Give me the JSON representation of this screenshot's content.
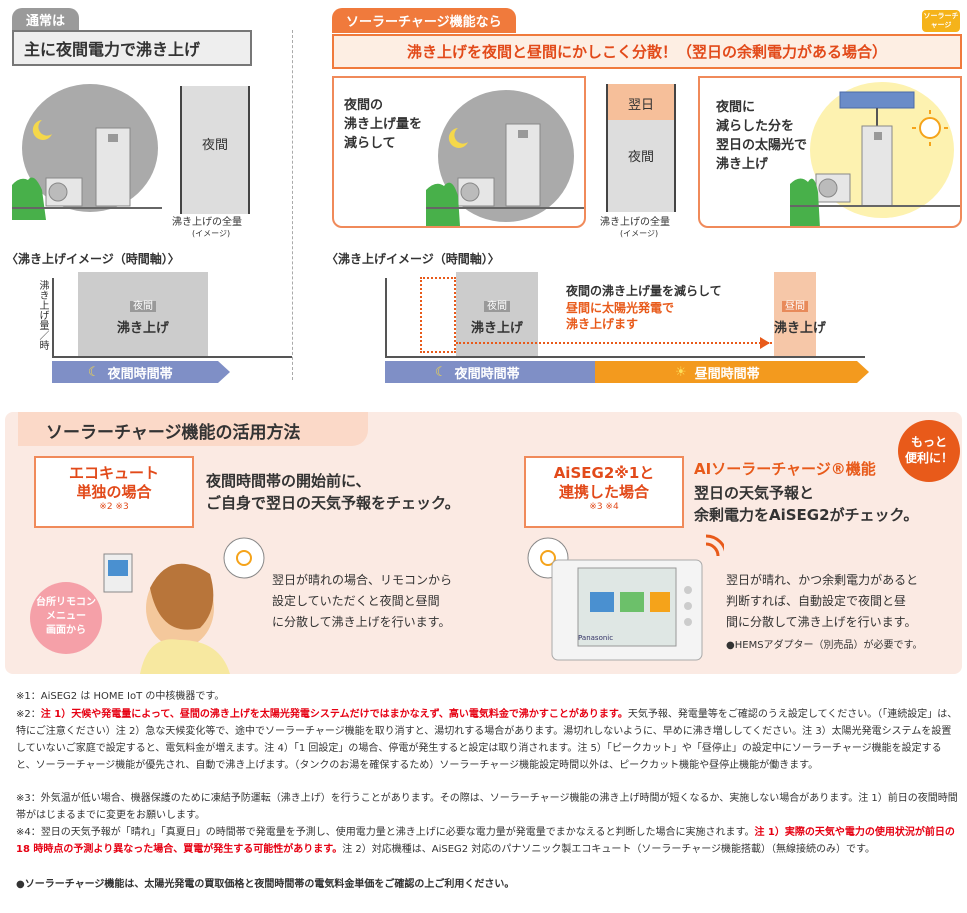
{
  "left": {
    "tag": "通常は",
    "title": "主に夜間電力で沸き上げ",
    "bar_label": "夜間",
    "total_label": "沸き上げの全量",
    "image_label": "(イメージ)",
    "axis_title": "〈沸き上げイメージ（時間軸）〉",
    "y_axis": "沸き上げ量／時",
    "block_tag": "夜間",
    "block_text": "沸き上げ",
    "band_label": "夜間時間帯"
  },
  "right": {
    "tag": "ソーラーチャージ機能なら",
    "logo": "ソーラーチャージ",
    "title": "沸き上げを夜間と昼間にかしこく分散！（翌日の余剰電力がある場合）",
    "left_text": "夜間の\n沸き上げ量を\n減らして",
    "bar_top": "翌日",
    "bar_bottom": "夜間",
    "total_label": "沸き上げの全量",
    "image_label": "(イメージ)",
    "right_text": "夜間に\n減らした分を\n翌日の太陽光で\n沸き上げ",
    "axis_title": "〈沸き上げイメージ（時間軸）〉",
    "block_tag": "夜間",
    "block_text": "沸き上げ",
    "explain_black": "夜間の沸き上げ量を減らして",
    "explain_orange": "昼間に太陽光発電で\n沸き上げます",
    "day_tag": "昼間",
    "day_text": "沸き上げ",
    "band_night": "夜間時間帯",
    "band_day": "昼間時間帯"
  },
  "usage": {
    "title": "ソーラーチャージ機能の活用方法",
    "case1_title": "エコキュート\n単独の場合",
    "case1_note": "※2 ※3",
    "case1_head": "夜間時間帯の開始前に、\nご自身で翌日の天気予報をチェック。",
    "case1_body": "翌日が晴れの場合、リモコンから\n設定していただくと夜間と昼間\nに分散して沸き上げを行います。",
    "remote_label": "台所リモコン\nメニュー\n画面から",
    "more_badge": "もっと\n便利に！",
    "case2_title": "AiSEG2※1と\n連携した場合",
    "case2_note": "※3 ※4",
    "case2_head_orange": "AIソーラーチャージ®機能",
    "case2_head": "翌日の天気予報と\n余剰電力をAiSEG2がチェック。",
    "case2_body": "翌日が晴れ、かつ余剰電力があると\n判断すれば、自動設定で夜間と昼\n間に分散して沸き上げを行います。",
    "case2_small": "●HEMSアダプター（別売品）が必要です。",
    "device_brand": "Panasonic"
  },
  "notes": {
    "n1": "※1：AiSEG2 は HOME IoT の中核機器です。",
    "n2_head": "※2：",
    "n2_red": "注 1）天候や発電量によって、昼間の沸き上げを太陽光発電システムだけではまかなえず、高い電気料金で沸かすことがあります。",
    "n2_rest": "天気予報、発電量等をご確認のうえ設定してください。（「連続設定」は、特にご注意ください）注 2）急な天候変化等で、途中でソーラーチャージ機能を取り消すと、湯切れする場合があります。湯切れしないように、早めに沸き増ししてください。注 3）太陽光発電システムを設置していないご家庭で設定すると、電気料金が増えます。注 4）「1 回設定」の場合、停電が発生すると設定は取り消されます。注 5）「ピークカット」や「昼停止」の設定中にソーラーチャージ機能を設定すると、ソーラーチャージ機能が優先され、自動で沸き上げます。（タンクのお湯を確保するため）ソーラーチャージ機能設定時間以外は、ピークカット機能や昼停止機能が働きます。",
    "n3": "※3：外気温が低い場合、機器保護のために凍結予防運転（沸き上げ）を行うことがあります。その際は、ソーラーチャージ機能の沸き上げ時間が短くなるか、実施しない場合があります。注 1）前日の夜間時間帯がはじまるまでに変更をお願いします。",
    "n4_head": "※4：翌日の天気予報が「晴れ」「真夏日」の時間帯で発電量を予測し、使用電力量と沸き上げに必要な電力量が発電量でまかなえると判断した場合に実施されます。",
    "n4_red": "注 1）実際の天気や電力の使用状況が前日の 18 時時点の予測より異なった場合、買電が発生する可能性があります。",
    "n4_rest": "注 2）対応機種は、AiSEG2 対応のパナソニック製エコキュート（ソーラーチャージ機能搭載）（無線接続のみ）です。",
    "final_red": "●ソーラーチャージ機能は、太陽光発電の買取価格と夜間時間帯の電気料金単価をご確認の上ご利用ください。"
  }
}
